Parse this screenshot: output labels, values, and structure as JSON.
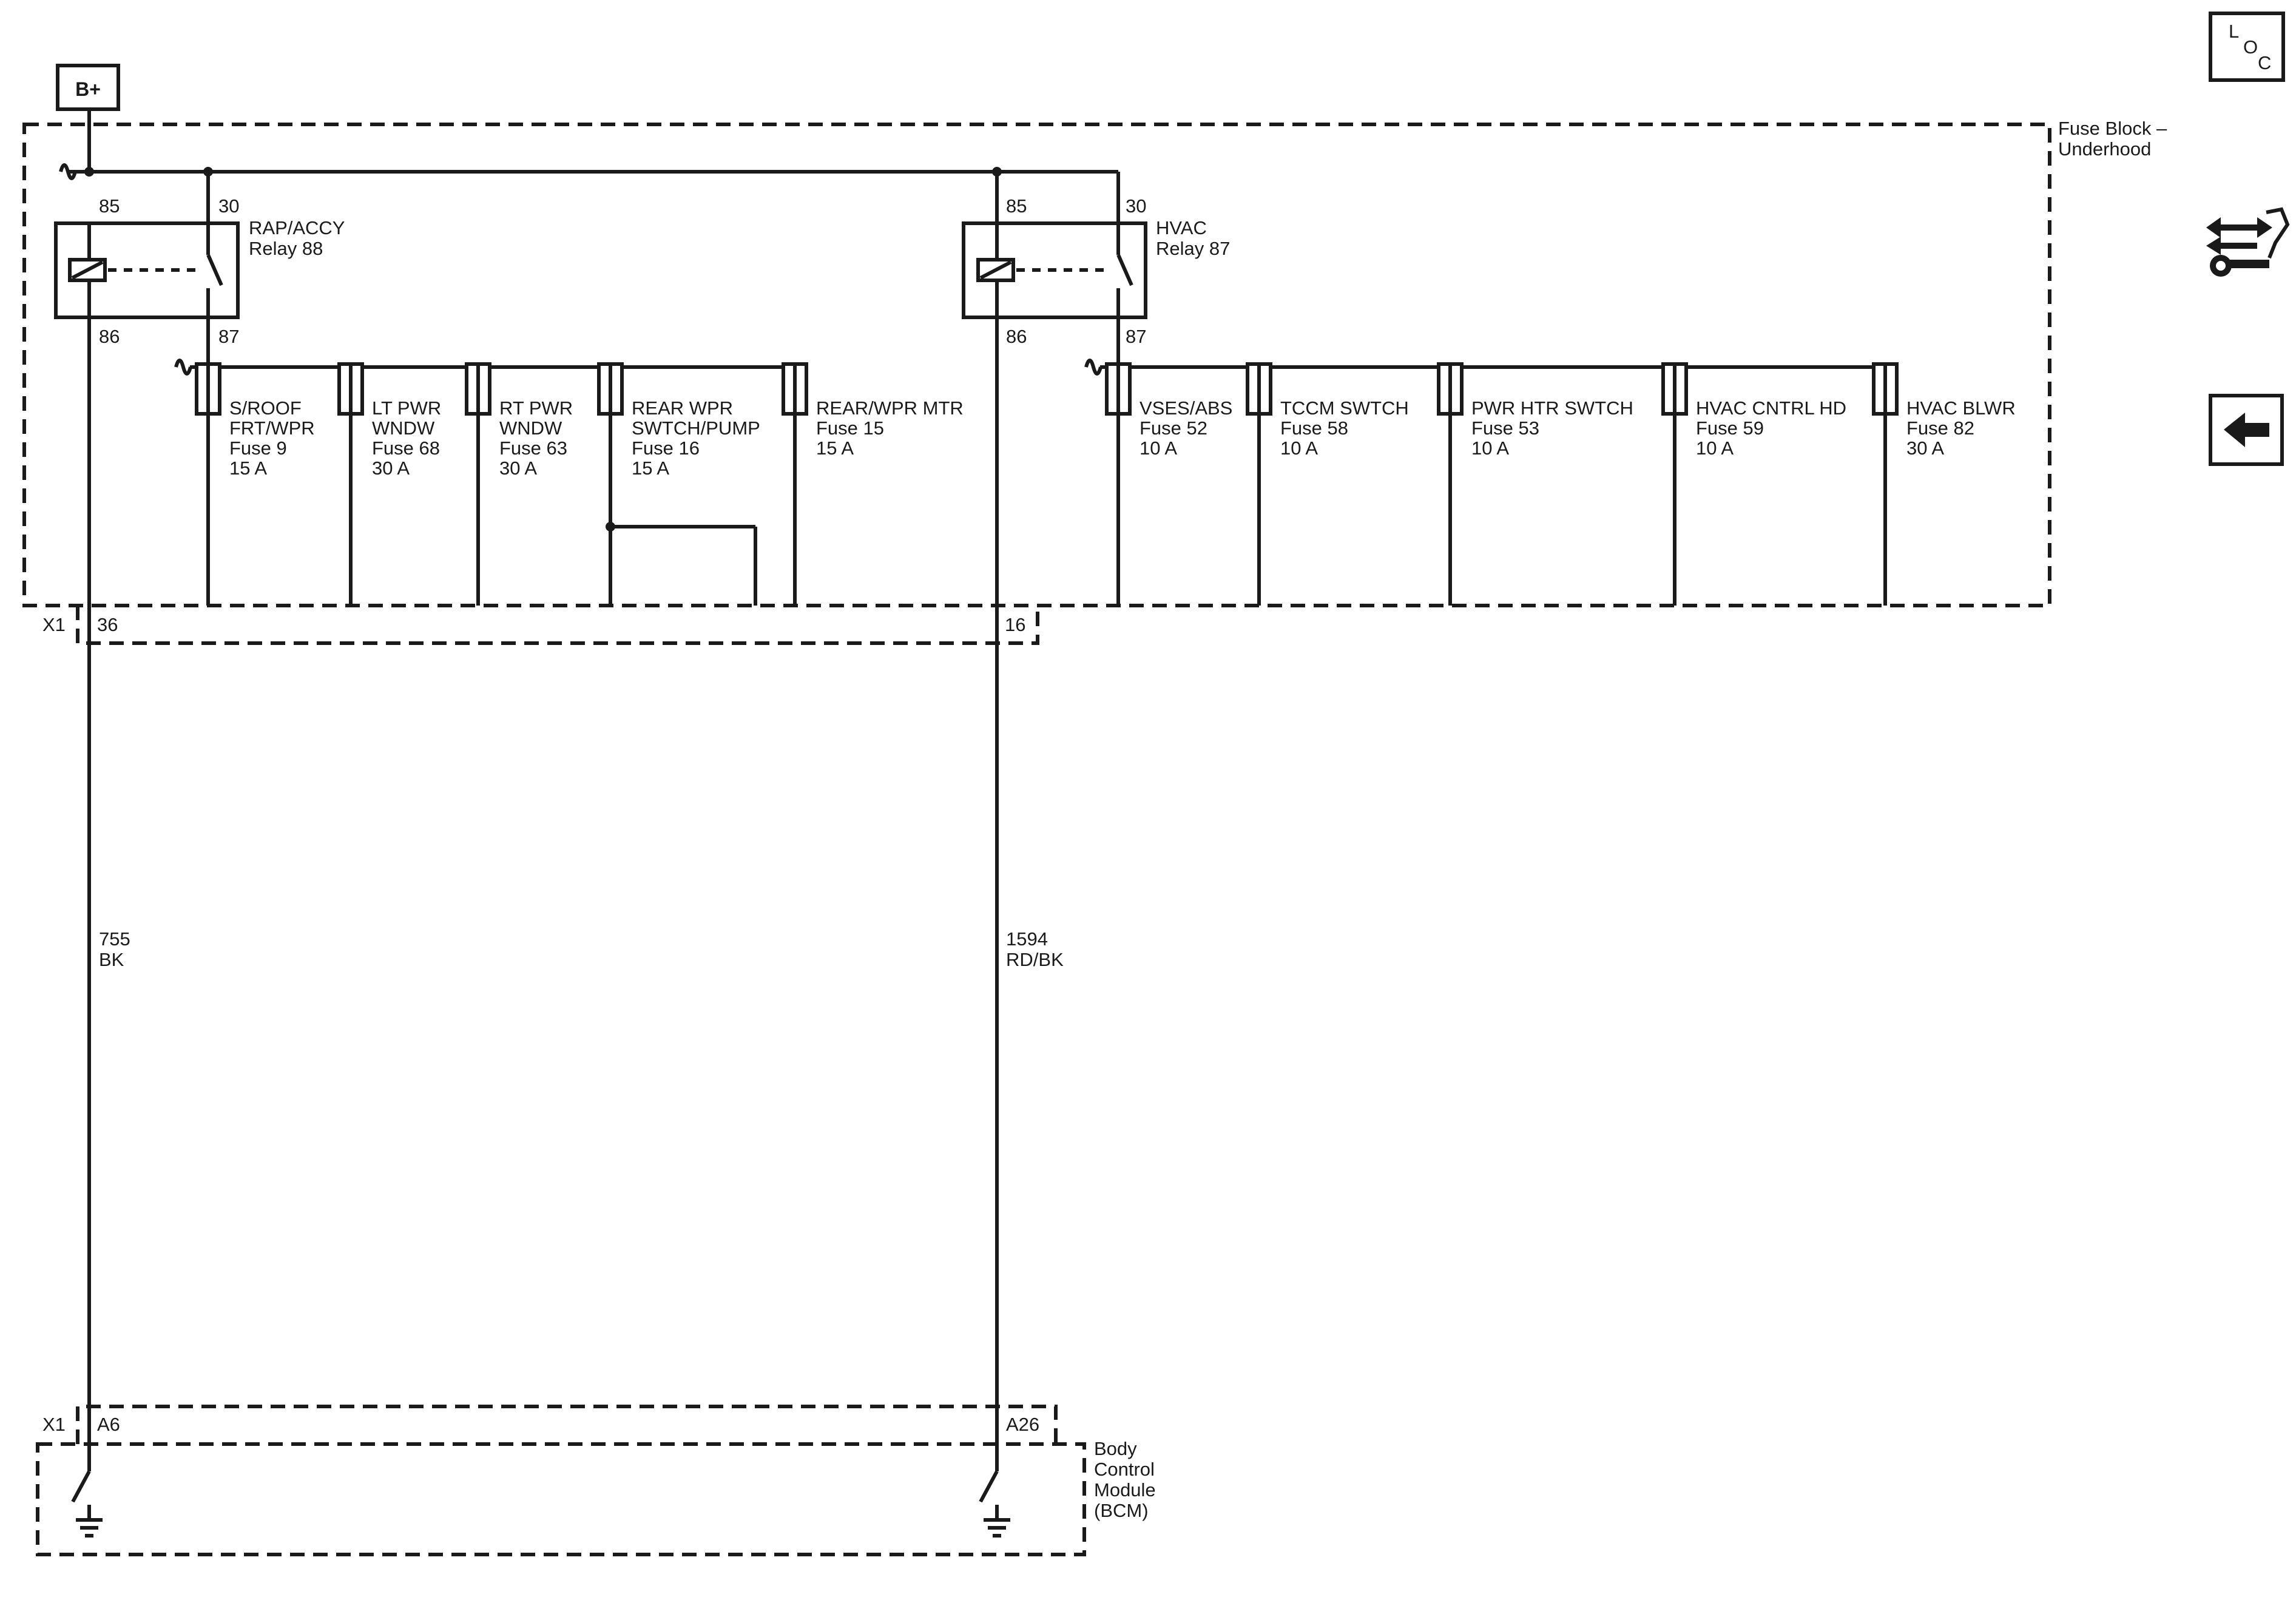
{
  "battery_label": "B+",
  "fuse_block": {
    "title_line1": "Fuse Block –",
    "title_line2": "Underhood",
    "connector": "X1"
  },
  "relays": [
    {
      "name": "RAP/ACCY",
      "number": "Relay 88",
      "pin_85": "85",
      "pin_30": "30",
      "pin_86": "86",
      "pin_87": "87"
    },
    {
      "name": "HVAC",
      "number": "Relay 87",
      "pin_85": "85",
      "pin_30": "30",
      "pin_86": "86",
      "pin_87": "87"
    }
  ],
  "fuses": [
    {
      "lines": [
        "S/ROOF",
        "FRT/WPR",
        "Fuse 9",
        "15 A"
      ]
    },
    {
      "lines": [
        "LT PWR",
        "WNDW",
        "Fuse 68",
        "30 A"
      ]
    },
    {
      "lines": [
        "RT PWR",
        "WNDW",
        "Fuse 63",
        "30 A"
      ]
    },
    {
      "lines": [
        "REAR WPR",
        "SWTCH/PUMP",
        "Fuse 16",
        "15 A"
      ]
    },
    {
      "lines": [
        "REAR/WPR MTR",
        "Fuse 15",
        "15 A"
      ]
    },
    {
      "lines": [
        "VSES/ABS",
        "Fuse 52",
        "10 A"
      ]
    },
    {
      "lines": [
        "TCCM SWTCH",
        "Fuse 58",
        "10 A"
      ]
    },
    {
      "lines": [
        "PWR HTR SWTCH",
        "Fuse 53",
        "10 A"
      ]
    },
    {
      "lines": [
        "HVAC CNTRL HD",
        "Fuse 59",
        "10 A"
      ]
    },
    {
      "lines": [
        "HVAC BLWR",
        "Fuse 82",
        "30 A"
      ]
    }
  ],
  "fuse_block_pins": {
    "left": "36",
    "right": "16"
  },
  "wires": [
    {
      "circuit": "755",
      "color": "BK"
    },
    {
      "circuit": "1594",
      "color": "RD/BK"
    }
  ],
  "bcm": {
    "connector": "X1",
    "pin_left": "A6",
    "pin_right": "A26",
    "label_lines": [
      "Body",
      "Control",
      "Module",
      "(BCM)"
    ]
  },
  "nav": {
    "loc_letters": [
      "L",
      "O",
      "C"
    ]
  }
}
